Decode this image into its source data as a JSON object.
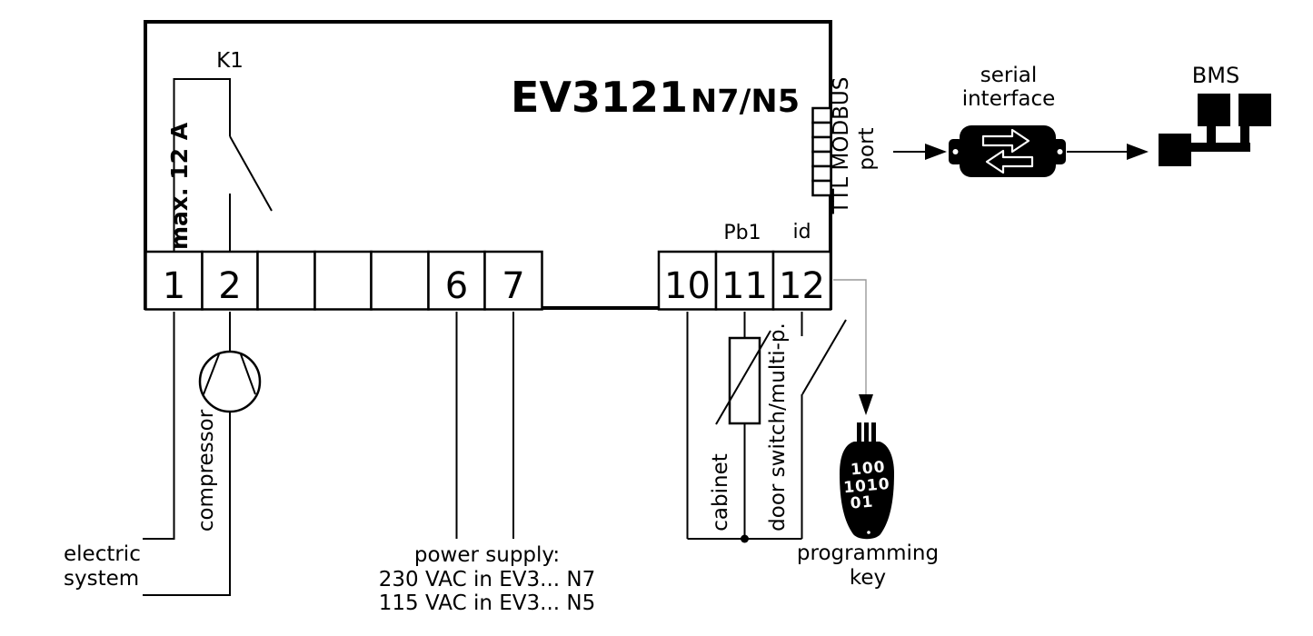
{
  "title": {
    "model": "EV3121",
    "variant": "N7/N5"
  },
  "terminals": [
    "1",
    "2",
    "6",
    "7",
    "10",
    "11",
    "12"
  ],
  "labels": {
    "relay": "K1",
    "relay_rating": "max. 12 A",
    "ttl_modbus": "TTL MODBUS",
    "port": "port",
    "serial_line1": "serial",
    "serial_line2": "interface",
    "bms": "BMS",
    "pb1": "Pb1",
    "id": "id",
    "compressor": "compressor",
    "electric_line1": "electric",
    "electric_line2": "system",
    "power_line1": "power supply:",
    "power_line2": "230 VAC in EV3... N7",
    "power_line3": "115 VAC in EV3... N5",
    "cabinet": "cabinet",
    "door_switch": "door switch/multi-p.",
    "key_line1": "programming",
    "key_line2": "key",
    "key_bin1": "100",
    "key_bin2": "1010",
    "key_bin3": "01"
  },
  "colors": {
    "line": "#000000",
    "background": "#ffffff"
  }
}
